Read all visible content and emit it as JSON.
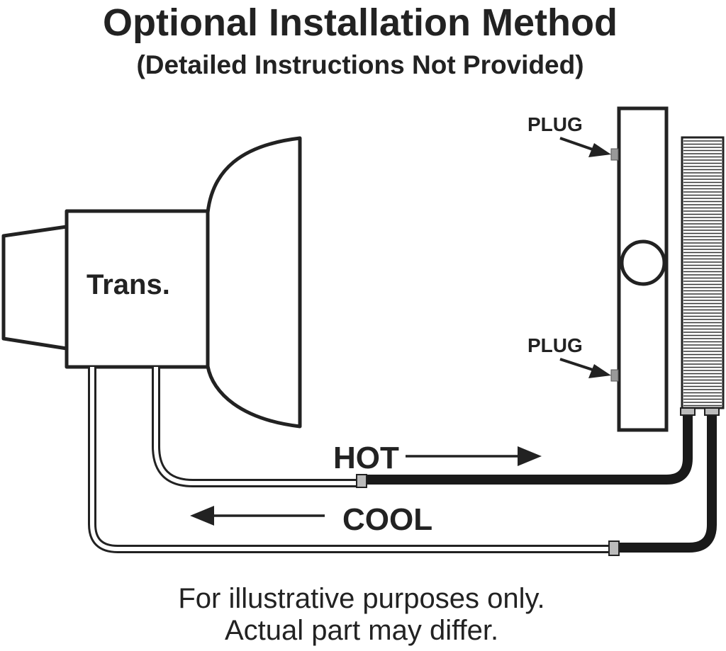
{
  "title": "Optional Installation Method",
  "subtitle": "(Detailed Instructions Not Provided)",
  "labels": {
    "transmission": "Trans.",
    "plug_top": "PLUG",
    "plug_bottom": "PLUG",
    "hot": "HOT",
    "cool": "COOL"
  },
  "footer": {
    "line1": "For illustrative purposes only.",
    "line2": "Actual part may differ."
  },
  "colors": {
    "ink": "#222222",
    "hose": "#1a1a1a",
    "plug": "#999999"
  }
}
